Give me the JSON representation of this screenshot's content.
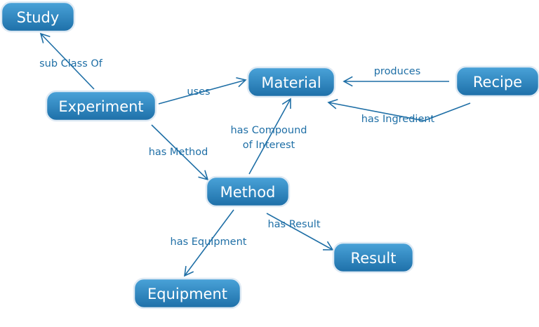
{
  "colors": {
    "node_top": "#4aa3d9",
    "node_bottom": "#1d6fa8",
    "node_border": "#dfeaf4",
    "edge": "#1f6fa6",
    "label": "#1f6fa6",
    "node_text": "#ffffff"
  },
  "nodes": [
    {
      "id": "study",
      "label": "Study"
    },
    {
      "id": "experiment",
      "label": "Experiment"
    },
    {
      "id": "material",
      "label": "Material"
    },
    {
      "id": "recipe",
      "label": "Recipe"
    },
    {
      "id": "method",
      "label": "Method"
    },
    {
      "id": "result",
      "label": "Result"
    },
    {
      "id": "equipment",
      "label": "Equipment"
    }
  ],
  "edges": [
    {
      "from": "experiment",
      "to": "study",
      "label": [
        "sub Class Of"
      ]
    },
    {
      "from": "experiment",
      "to": "material",
      "label": [
        "uses"
      ]
    },
    {
      "from": "recipe",
      "to": "material",
      "label": [
        "produces"
      ]
    },
    {
      "from": "recipe",
      "to": "material",
      "label": [
        "has Ingredient"
      ]
    },
    {
      "from": "experiment",
      "to": "method",
      "label": [
        "has Method"
      ]
    },
    {
      "from": "method",
      "to": "material",
      "label": [
        "has Compound",
        "of Interest"
      ]
    },
    {
      "from": "method",
      "to": "result",
      "label": [
        "has Result"
      ]
    },
    {
      "from": "method",
      "to": "equipment",
      "label": [
        "has Equipment"
      ]
    }
  ]
}
